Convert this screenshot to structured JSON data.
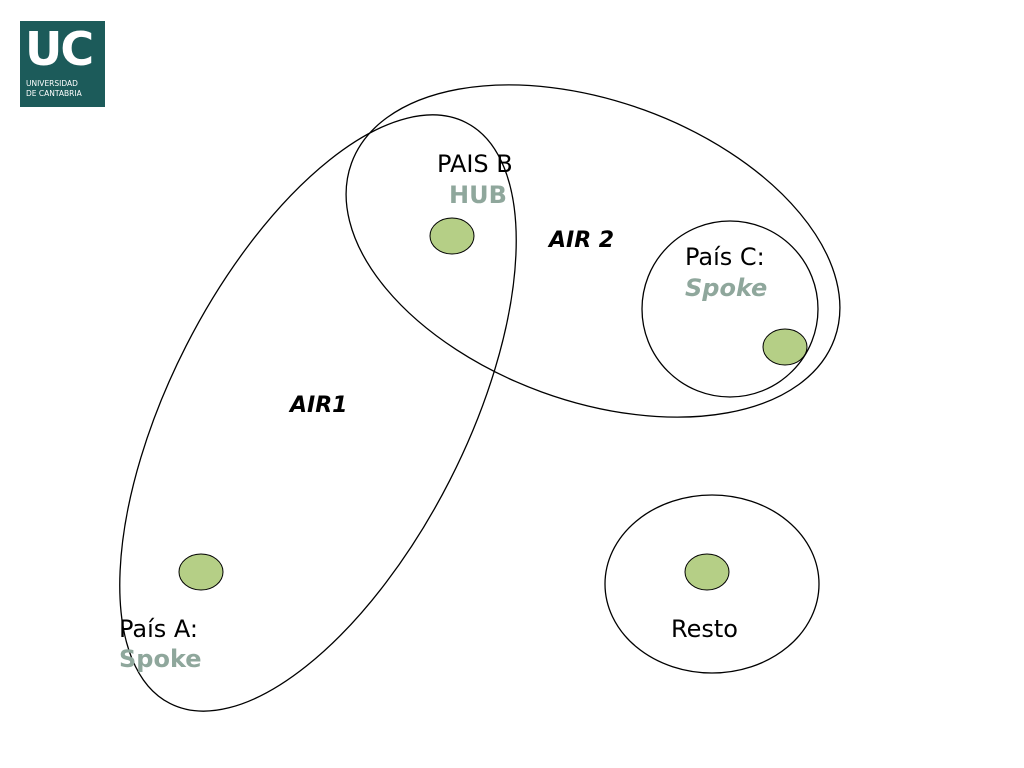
{
  "colors": {
    "logo_bg": "#1c5b5a",
    "node_fill": "#b5cf86",
    "accent_text": "#8fa79c",
    "outline": "#000000"
  },
  "logo": {
    "mark": "UC",
    "line1": "UNIVERSIDAD",
    "line2": "DE CANTABRIA"
  },
  "groups": {
    "air1": "AIR1",
    "air2": "AIR 2"
  },
  "nodes": {
    "pais_a": {
      "name": "País A:",
      "role": "Spoke"
    },
    "pais_b": {
      "name": "PAIS B",
      "role": "HUB"
    },
    "pais_c": {
      "name": "País C:",
      "role": "Spoke"
    },
    "resto": {
      "name": "Resto"
    }
  }
}
